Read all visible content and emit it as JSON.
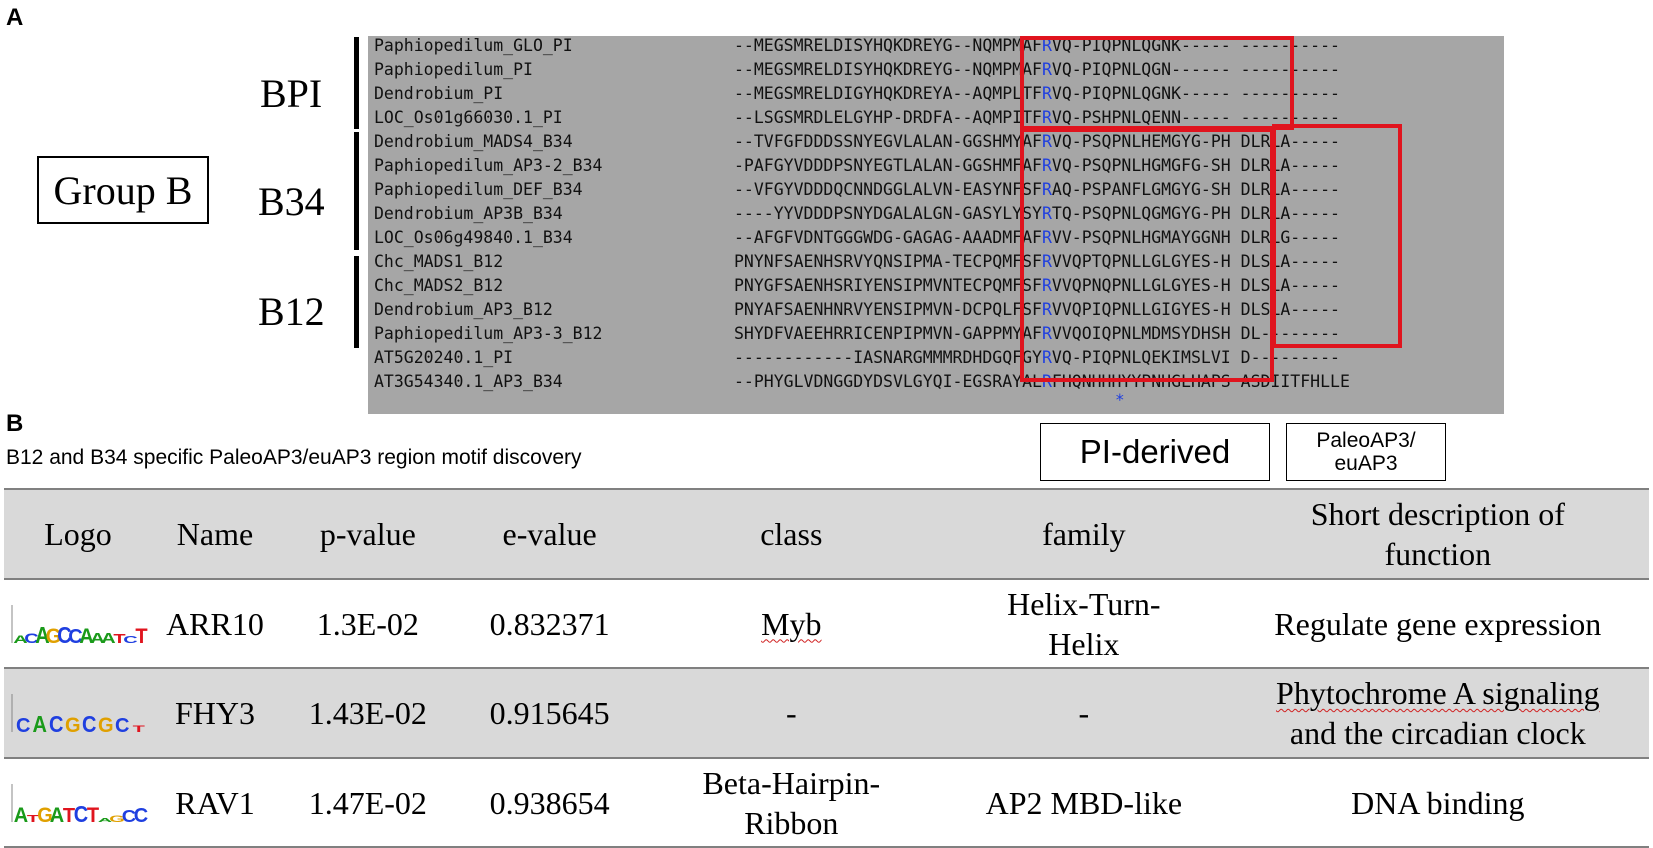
{
  "panel_a": {
    "letter": "A",
    "group_box": "Group B",
    "labels": {
      "bpi": "BPI",
      "b34": "B34",
      "b12": "B12"
    },
    "alignment": [
      {
        "name": "Paphiopedilum_GLO_PI",
        "seq": "--MEGSMRELDISYHQKDREYG--NQMPMAFRVQ-PIQPNLQGNK----- ----------"
      },
      {
        "name": "Paphiopedilum_PI",
        "seq": "--MEGSMRELDISYHQKDREYG--NQMPMAFRVQ-PIQPNLQGN------ ----------"
      },
      {
        "name": "Dendrobium_PI",
        "seq": "--MEGSMRELDIGYHQKDREYA--AQMPLTFRVQ-PIQPNLQGNK----- ----------"
      },
      {
        "name": "LOC_Os01g66030.1_PI",
        "seq": "--LSGSMRDLELGYHP-DRDFA--AQMPITFRVQ-PSHPNLQENN----- ----------"
      },
      {
        "name": "Dendrobium_MADS4_B34",
        "seq": "--TVFGFDDDSSNYEGVLALAN-GGSHMYAFRVQ-PSQPNLHEMGYG-PH DLRLA-----"
      },
      {
        "name": "Paphiopedilum_AP3-2_B34",
        "seq": "-PAFGYVDDDPSNYEGTLALAN-GGSHMFAFRVQ-PSQPNLHGMGFG-SH DLRLA-----"
      },
      {
        "name": "Paphiopedilum_DEF_B34",
        "seq": "--VFGYVDDDQCNNDGGLALVN-EASYNFSFRAQ-PSPANFLGMGYG-SH DLRLA-----"
      },
      {
        "name": "Dendrobium_AP3B_B34",
        "seq": "----YYVDDDPSNYDGALALGN-GASYLYSYRTQ-PSQPNLQGMGYG-PH DLRLA-----"
      },
      {
        "name": "LOC_Os06g49840.1_B34",
        "seq": "--AFGFVDNTGGGWDG-GAGAG-AAADMFAFRVV-PSQPNLHGMAYGGNH DLRLG-----"
      },
      {
        "name": "Chc_MADS1_B12",
        "seq": "PNYNFSAENHSRVYQNSIPMA-TECPQMFSFRVVQPTQPNLLGLGYES-H DLSLA-----"
      },
      {
        "name": "Chc_MADS2_B12",
        "seq": "PNYGFSAENHSRIYENSIPMVNTECPQMFSFRVVQPNQPNLLGLGYES-H DLSLA-----"
      },
      {
        "name": "Dendrobium_AP3_B12",
        "seq": "PNYAFSAENHNRVYENSIPMVN-DCPQLFSFRVVQPIQPNLLGIGYES-H DLSLA-----"
      },
      {
        "name": "Paphiopedilum_AP3-3_B12",
        "seq": "SHYDFVAEEHRRICENPIPMVN-GAPPMYAFRVVQOIQPNLMDMSYDHSH DL--------"
      },
      {
        "name": "AT5G20240.1_PI",
        "seq": "------------IASNARGMMMRDHDGQFGYRVQ-PIQPNLQEKIMSLVI D---------"
      },
      {
        "name": "AT3G54340.1_AP3_B34",
        "seq": "--PHYGLVDNGGDYDSVLGYQI-EGSRAYALRFHQNHHHYYPNHGLHAPS ASDIITFHLLE"
      }
    ],
    "conserved_mark": "*"
  },
  "panel_b": {
    "letter": "B",
    "subtitle": "B12 and B34 specific PaleoAP3/euAP3 region motif discovery",
    "legend": {
      "pi_derived": "PI-derived",
      "paleo_line1": "PaleoAP3/",
      "paleo_line2": "euAP3"
    },
    "table": {
      "headers": {
        "logo": "Logo",
        "name": "Name",
        "p_value": "p-value",
        "e_value": "e-value",
        "class": "class",
        "family": "family",
        "function_line1": "Short description of",
        "function_line2": "function"
      },
      "rows": [
        {
          "logo": "ACAGCCAAATCT",
          "name": "ARR10",
          "p_value": "1.3E-02",
          "e_value": "0.832371",
          "class": "Myb",
          "family_line1": "Helix-Turn-",
          "family_line2": "Helix",
          "function_line1": "Regulate gene expression",
          "function_line2": ""
        },
        {
          "logo": "CACGCGCT",
          "name": "FHY3",
          "p_value": "1.43E-02",
          "e_value": "0.915645",
          "class": "-",
          "family_line1": "-",
          "family_line2": "",
          "function_line1": "Phytochrome A signaling",
          "function_line2": "and the circadian clock"
        },
        {
          "logo": "ATGATCTAGCC",
          "name": "RAV1",
          "p_value": "1.47E-02",
          "e_value": "0.938654",
          "class_line1": "Beta-Hairpin-",
          "class_line2": "Ribbon",
          "family_line1": "AP2 MBD-like",
          "family_line2": "",
          "function_line1": "DNA binding",
          "function_line2": ""
        }
      ]
    }
  },
  "colors": {
    "alignment_bg": "#a6a6a6",
    "highlight_box": "#e0141e",
    "conserved_residue": "#1f3fe0",
    "table_band": "#d9d9d9"
  }
}
